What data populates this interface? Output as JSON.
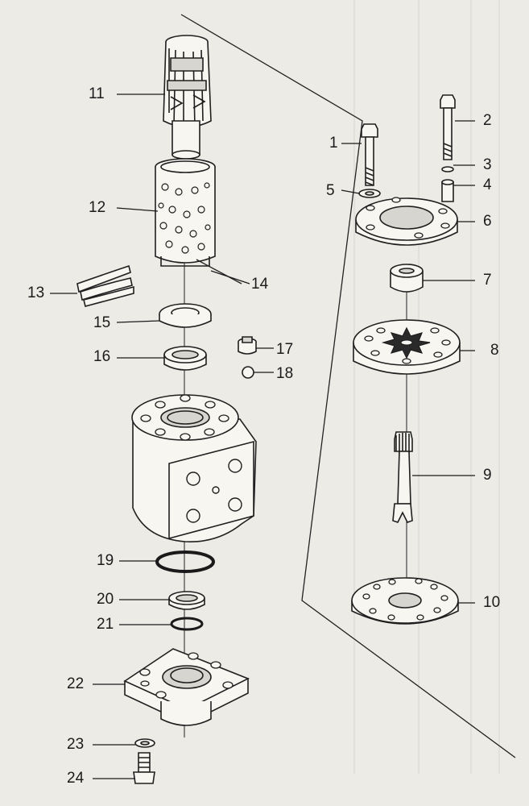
{
  "callouts": {
    "c1": "1",
    "c2": "2",
    "c3": "3",
    "c4": "4",
    "c5": "5",
    "c6": "6",
    "c7": "7",
    "c8": "8",
    "c9": "9",
    "c10": "10",
    "c11": "11",
    "c12": "12",
    "c13": "13",
    "c14": "14",
    "c15": "15",
    "c16": "16",
    "c17": "17",
    "c18": "18",
    "c19": "19",
    "c20": "20",
    "c21": "21",
    "c22": "22",
    "c23": "23",
    "c24": "24"
  },
  "colors": {
    "paper": "#ecebe6",
    "ink": "#1f1f1f",
    "show_through_text": "#c9c7c0"
  }
}
